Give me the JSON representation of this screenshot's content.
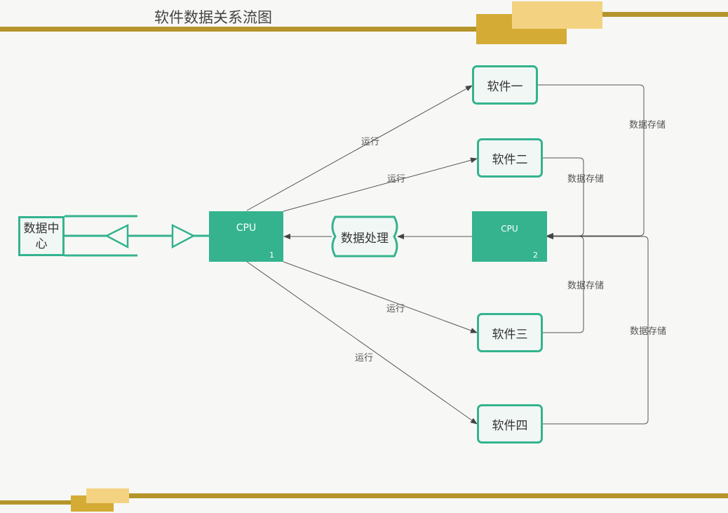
{
  "title": "软件数据关系流图",
  "nodes": {
    "data_center": "数据中心",
    "cpu1": {
      "label": "CPU",
      "num": "1"
    },
    "cpu2": {
      "label": "CPU",
      "num": "2"
    },
    "process": "数据处理",
    "software": [
      "软件一",
      "软件二",
      "软件三",
      "软件四"
    ]
  },
  "edge_labels": {
    "run": [
      "运行",
      "运行",
      "运行",
      "运行"
    ],
    "storage": [
      "数据存储",
      "数据存储",
      "数据存储",
      "数据存储"
    ]
  },
  "colors": {
    "accent": "#34b38e",
    "box_fill": "#f1f7f4",
    "bar": "#b5942b",
    "gold": "#d4ab35",
    "pale_gold": "#f3d381",
    "line": "#444444"
  }
}
